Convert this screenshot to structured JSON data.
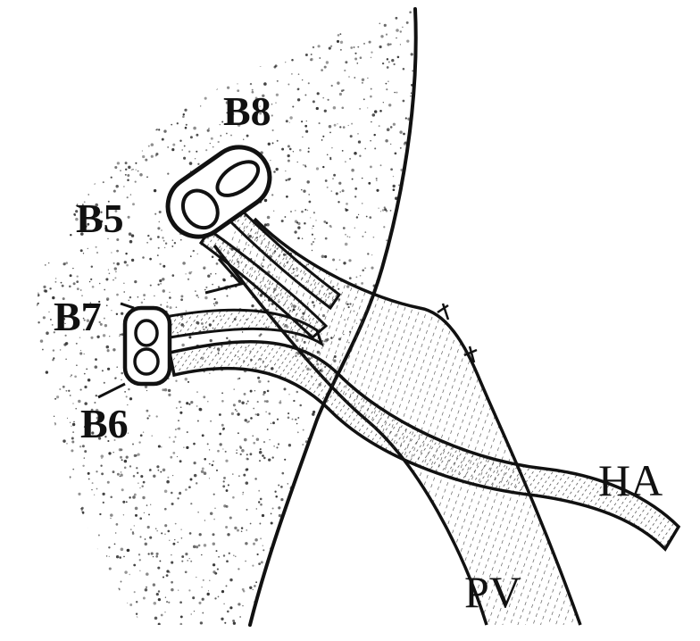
{
  "labels": {
    "b8": "B8",
    "b5": "B5",
    "b7": "B7",
    "b6": "B6",
    "ha": "HA",
    "pv": "PV"
  },
  "colors": {
    "ink": "#111111",
    "stipple": "#2a2a2a",
    "background": "#ffffff"
  }
}
